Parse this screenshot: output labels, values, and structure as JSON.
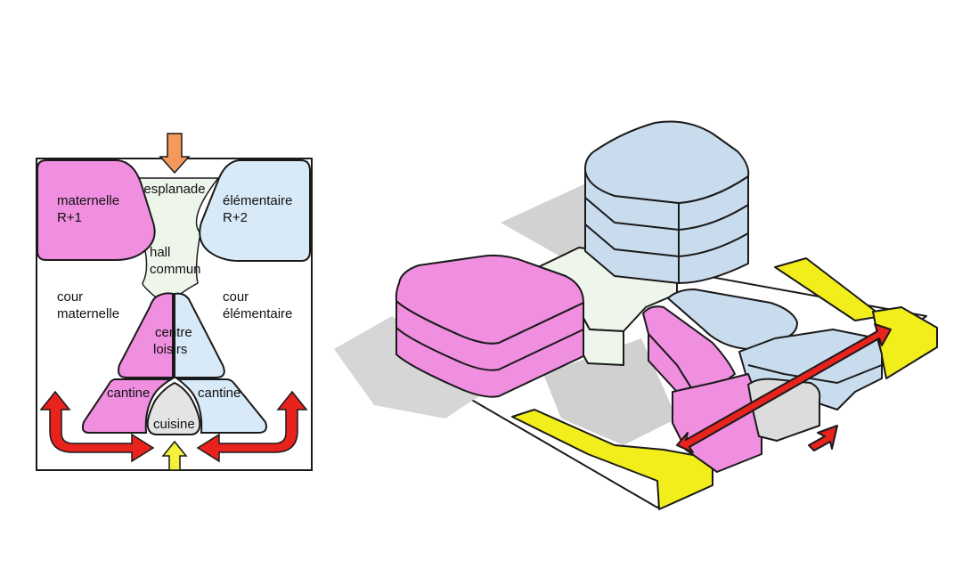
{
  "plan": {
    "labels": {
      "esplanade": "esplanade",
      "maternelle": "maternelle",
      "maternelle_level": "R+1",
      "elementaire": "élémentaire",
      "elementaire_level": "R+2",
      "hall_1": "hall",
      "hall_2": "commun",
      "cour_maternelle_1": "cour",
      "cour_maternelle_2": "maternelle",
      "cour_elementaire_1": "cour",
      "cour_elementaire_2": "élémentaire",
      "centre_1": "centre",
      "centre_2": "loisirs",
      "cantine_left": "cantine",
      "cantine_right": "cantine",
      "cuisine": "cuisine"
    }
  },
  "colors": {
    "maternelle": "#f08ee0",
    "elementaire": "#d8eaf8",
    "hall": "#eef6ec",
    "cuisine": "#e4e4e4",
    "arrow_top": "#f59a5c",
    "arrow_red": "#e8221c",
    "arrow_yellow": "#f5f03a",
    "ramp": "#f2ee1c",
    "outline": "#1a1a1a"
  }
}
